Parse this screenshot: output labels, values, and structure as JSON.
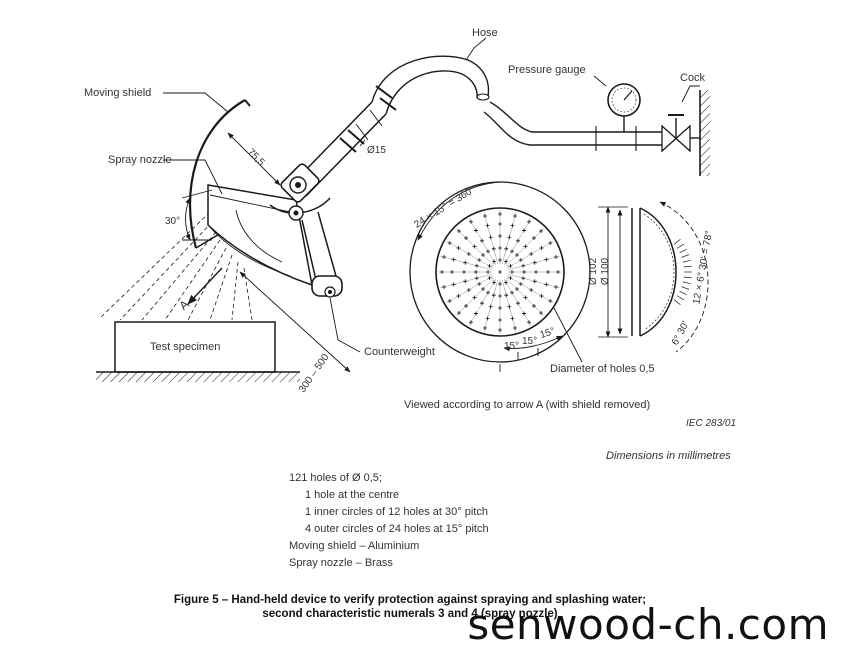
{
  "labels": {
    "hose": "Hose",
    "pressure_gauge": "Pressure gauge",
    "cock": "Cock",
    "moving_shield": "Moving shield",
    "spray_nozzle": "Spray nozzle",
    "counterweight": "Counterweight",
    "test_specimen": "Test specimen",
    "diameter_holes": "Diameter of holes 0,5",
    "arrow_a": "A"
  },
  "dimensions": {
    "d15": "Ø15",
    "d75_5": "75,5",
    "angle_30": "30°",
    "dist_300_500": "300 – 500",
    "angle_24x15": "24 × 15° = 360°",
    "pitch_15": "15°",
    "dia_102": "Ø 102",
    "dia_100": "Ø 100",
    "angle_12x6": "12 × 6° 30' = 78°",
    "angle_6_30": "6° 30'"
  },
  "notes": {
    "viewed": "Viewed according to arrow A (with shield removed)",
    "iec_ref": "IEC   283/01",
    "units": "Dimensions in millimetres"
  },
  "materials": [
    "121 holes of Ø 0,5;",
    "1 hole at the centre",
    "1 inner circles of 12 holes at 30° pitch",
    "4 outer circles of 24 holes at 15° pitch",
    "Moving shield – Aluminium",
    "Spray nozzle – Brass"
  ],
  "caption": {
    "line1": "Figure 5 – Hand-held device to verify protection against spraying and splashing water;",
    "line2": "second characteristic numerals 3 and 4 (spray nozzle)"
  },
  "watermark": "senwood-ch.com",
  "colors": {
    "ink": "#1a1a1a",
    "background": "#ffffff"
  }
}
